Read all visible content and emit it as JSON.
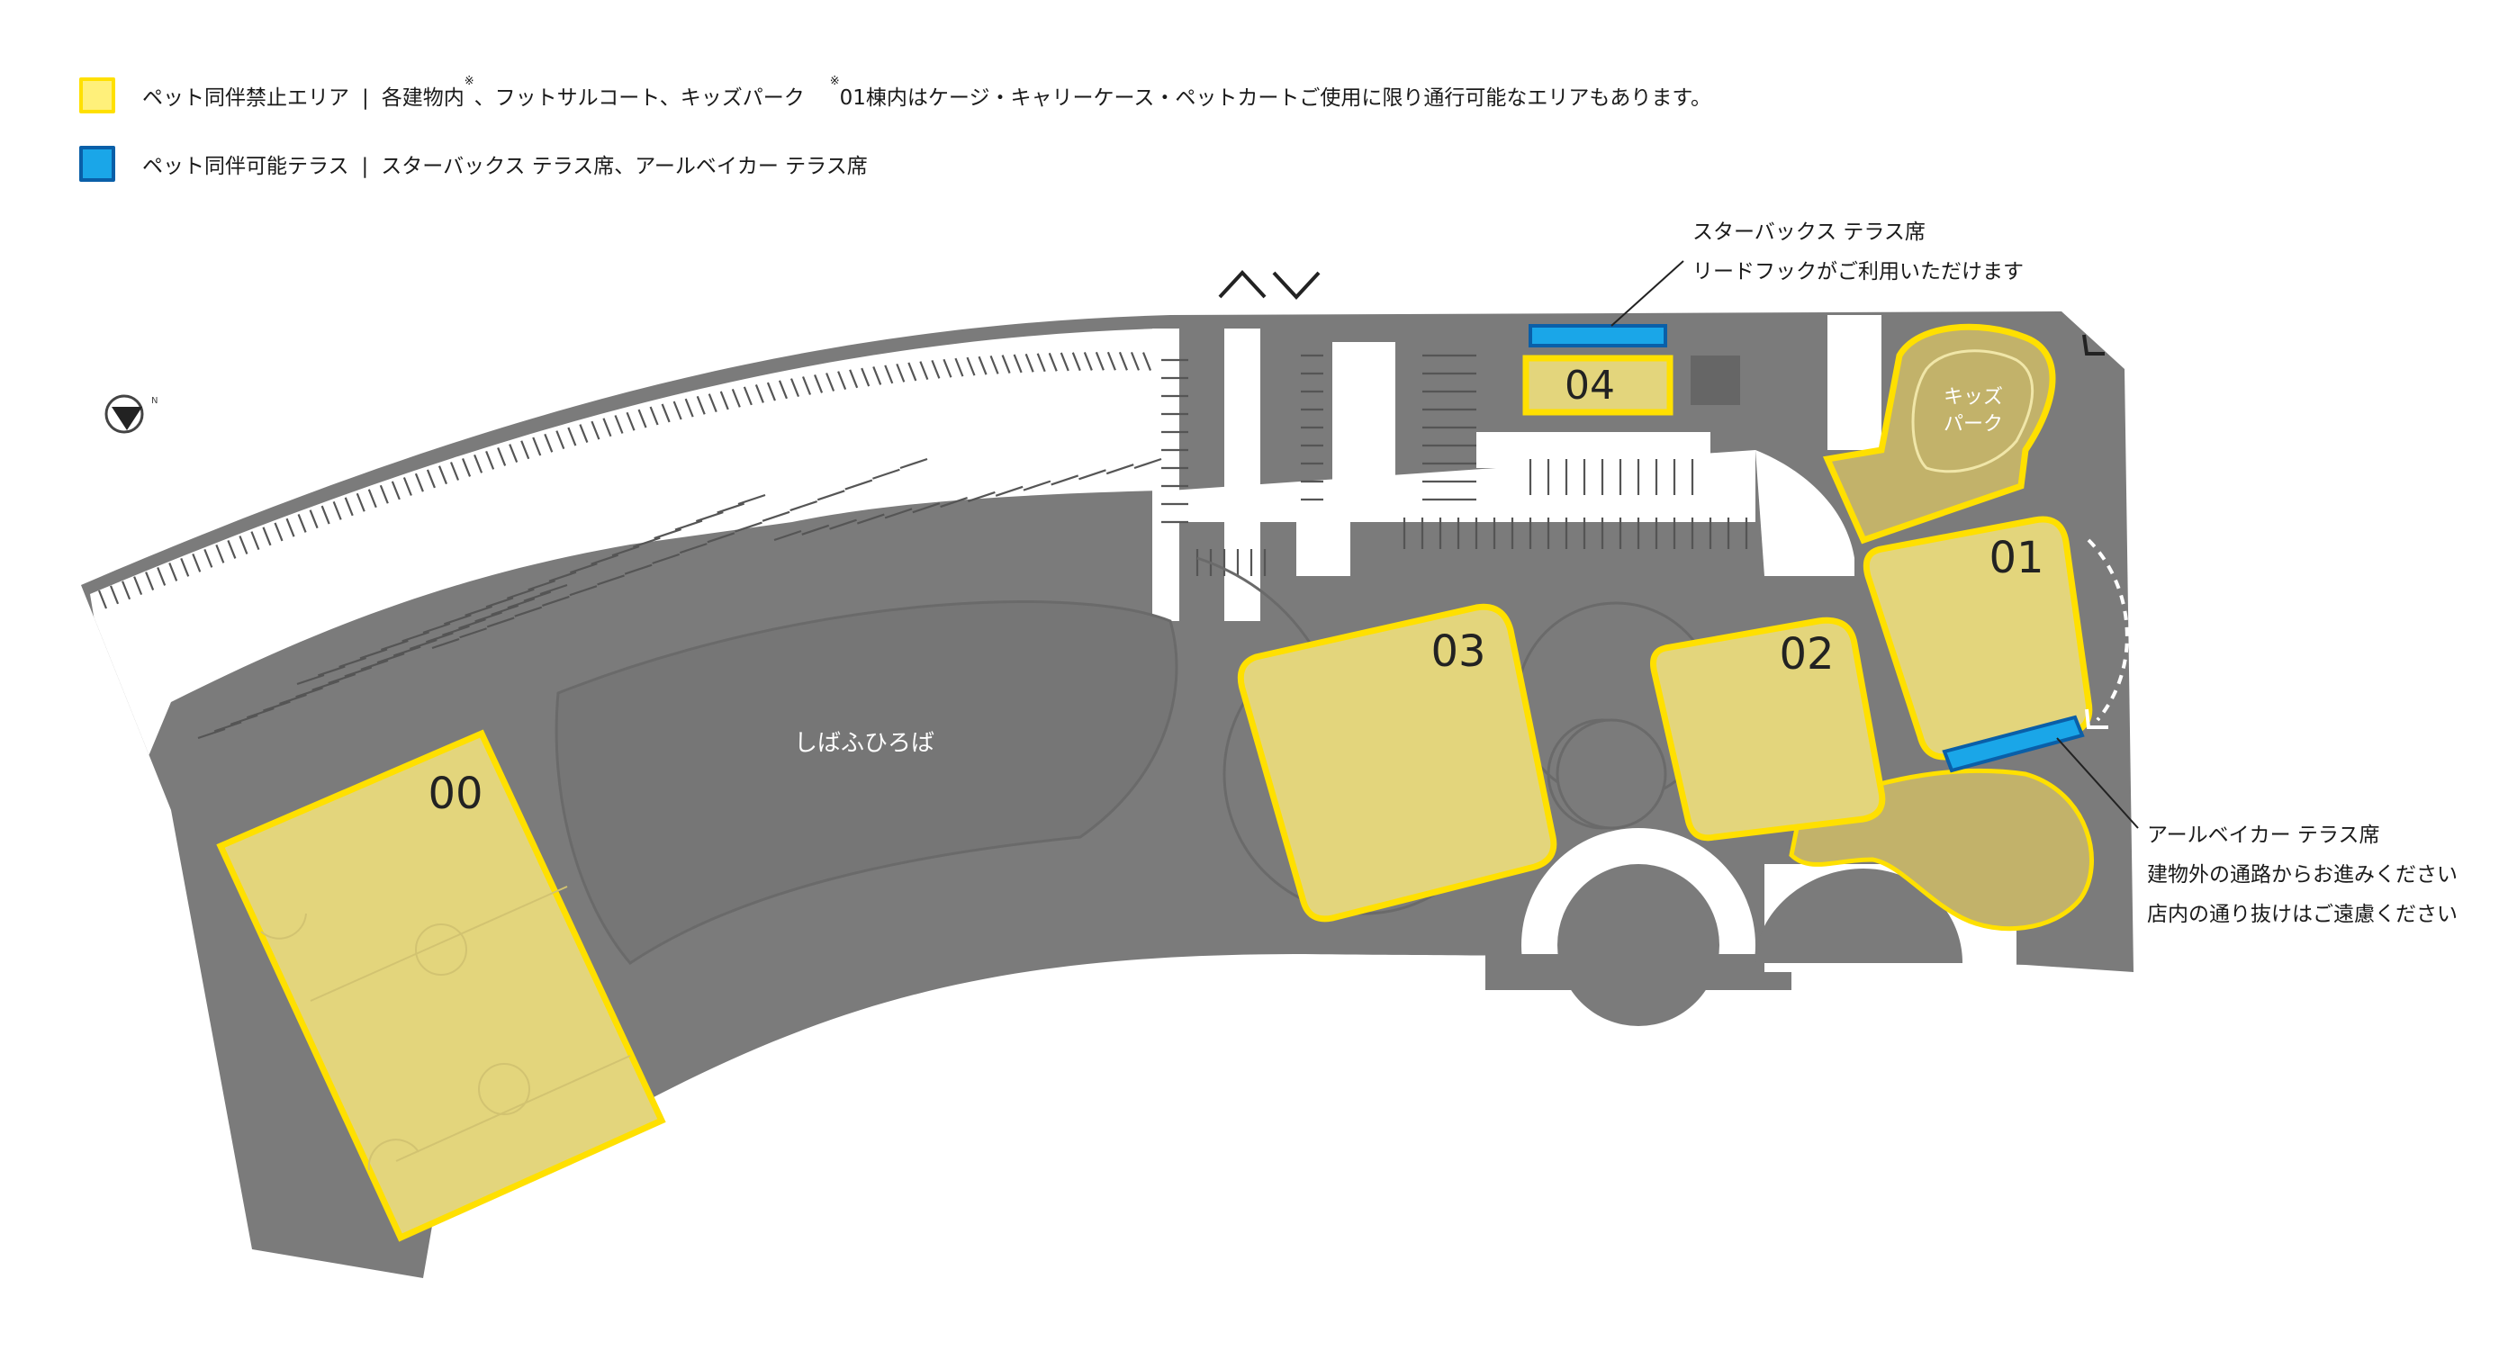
{
  "legend": {
    "no_pet": {
      "label": "ペット同伴禁止エリア",
      "separator": "|",
      "desc_a": "各建物内",
      "mark": "※",
      "desc_b": "、フットサルコート、キッズパーク",
      "note_mark": "※",
      "note": "01棟内はケージ・キャリーケース・ペットカートご使用に限り通行可能なエリアもあります。",
      "color": "#fff07a",
      "border_color": "#ffe000"
    },
    "pet_ok": {
      "label": "ペット同伴可能テラス",
      "separator": "|",
      "desc": "スターバックス テラス席、アールベイカー テラス席",
      "color": "#1aa6e8",
      "border_color": "#0a5fa8"
    }
  },
  "map": {
    "compass_label": "N",
    "buildings": [
      {
        "id": "00",
        "label": "00"
      },
      {
        "id": "01",
        "label": "01"
      },
      {
        "id": "02",
        "label": "02"
      },
      {
        "id": "03",
        "label": "03"
      },
      {
        "id": "04",
        "label": "04"
      }
    ],
    "lawn_label": "しばふひろば",
    "kids_park_label_1": "キッズ",
    "kids_park_label_2": "パーク",
    "colors": {
      "ground": "#7b7b7b",
      "building_fill": "#e3d57c",
      "building_border": "#ffe000",
      "outdoor_fill": "#c2b26a",
      "terrace_fill": "#1aa6e8",
      "terrace_border": "#0a5fa8",
      "parking": "#ffffff"
    }
  },
  "callouts": {
    "starbucks": {
      "line1": "スターバックス テラス席",
      "line2": "リードフックがご利用いただけます"
    },
    "rbaker": {
      "line1": "アールベイカー テラス席",
      "line2": "建物外の通路からお進みください",
      "line3": "店内の通り抜けはご遠慮ください"
    }
  }
}
